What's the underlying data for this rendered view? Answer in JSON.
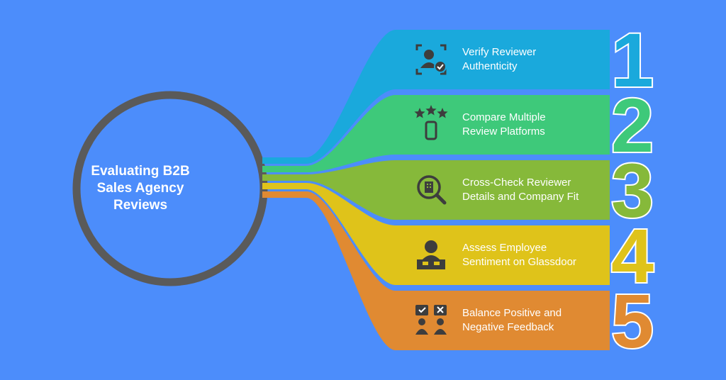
{
  "hub": {
    "title": "Evaluating B2B Sales Agency Reviews"
  },
  "steps": [
    {
      "number": "1",
      "label": "Verify Reviewer\nAuthenticity",
      "icon": "user-verified-icon",
      "color": "#1aa9dc"
    },
    {
      "number": "2",
      "label": "Compare Multiple\nReview Platforms",
      "icon": "stars-phone-icon",
      "color": "#3ec97a"
    },
    {
      "number": "3",
      "label": "Cross-Check Reviewer\nDetails and Company Fit",
      "icon": "magnifier-building-icon",
      "color": "#86b93a"
    },
    {
      "number": "4",
      "label": "Assess Employee\nSentiment on Glassdoor",
      "icon": "employee-desk-icon",
      "color": "#dfc31a"
    },
    {
      "number": "5",
      "label": "Balance Positive and\nNegative Feedback",
      "icon": "compare-feedback-icon",
      "color": "#e08a32"
    }
  ],
  "colors": {
    "background": "#4c8dfb",
    "hub_ring": "#5a5a5a",
    "icon": "#3d3d3d"
  }
}
